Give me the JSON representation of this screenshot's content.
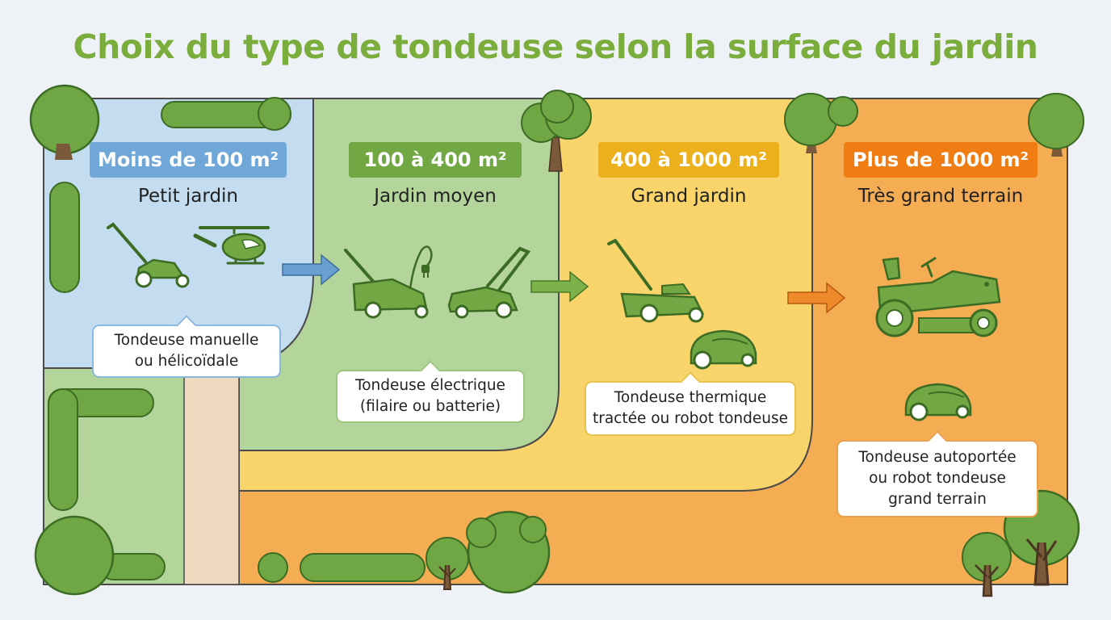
{
  "title": "Choix du type de tondeuse selon la surface du jardin",
  "colors": {
    "zone_small": "#c3dcef",
    "zone_medium": "#b3d59c",
    "zone_large": "#f8d46a",
    "zone_xlarge": "#f5ad54",
    "title": "#7aad3c",
    "mower_green": "#72a844"
  },
  "zones": [
    {
      "range": "Moins de 100 m²",
      "name": "Petit jardin",
      "pill_color": "#6fa7d8",
      "callout_lines": [
        "Tondeuse manuelle",
        "ou hélicoïdale"
      ],
      "border": "#8db8de",
      "icons": [
        "push-reel-mower-icon",
        "helicopter-icon"
      ]
    },
    {
      "range": "100 à 400 m²",
      "name": "Jardin moyen",
      "pill_color": "#72a844",
      "callout_lines": [
        "Tondeuse électrique",
        "(filaire ou batterie)"
      ],
      "border": "#9cc57f",
      "icons": [
        "corded-electric-mower-icon",
        "plug-icon",
        "battery-mower-icon"
      ]
    },
    {
      "range": "400 à 1000 m²",
      "name": "Grand jardin",
      "pill_color": "#ebb01b",
      "callout_lines": [
        "Tondeuse thermique",
        "tractée ou robot tondeuse"
      ],
      "border": "#e7c24d",
      "icons": [
        "petrol-mower-icon",
        "robot-mower-icon"
      ]
    },
    {
      "range": "Plus de 1000 m²",
      "name": "Très grand terrain",
      "pill_color": "#ef7d14",
      "callout_lines": [
        "Tondeuse autoportée",
        "ou robot tondeuse",
        "grand terrain"
      ],
      "border": "#eb9e4b",
      "icons": [
        "ride-on-tractor-icon",
        "robot-mower-icon"
      ]
    }
  ],
  "arrows": [
    "arrow-right-icon",
    "arrow-right-icon",
    "arrow-right-icon"
  ]
}
